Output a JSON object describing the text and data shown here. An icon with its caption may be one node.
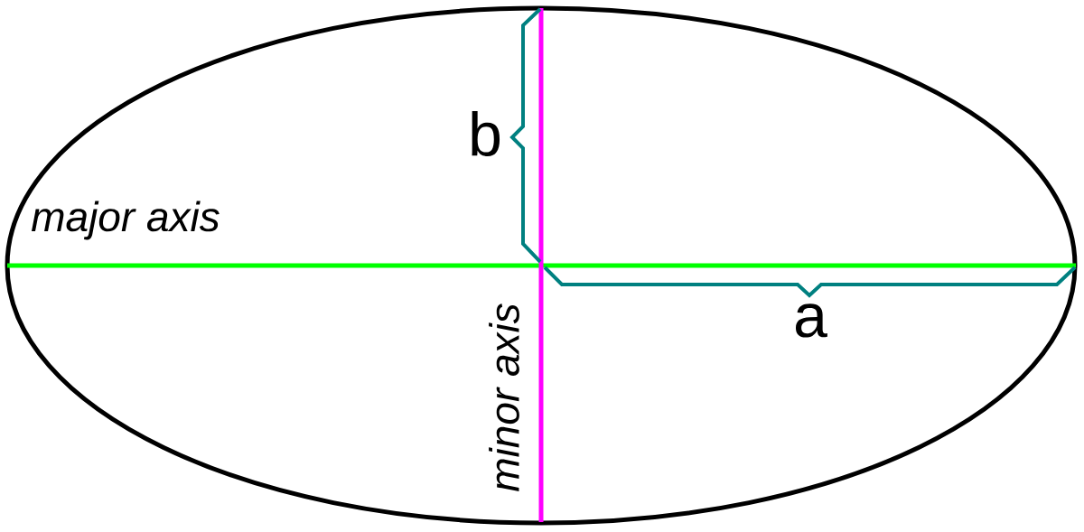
{
  "diagram": {
    "labels": [
      "b",
      "major axis",
      "a",
      "minor axis"
    ]
  }
}
